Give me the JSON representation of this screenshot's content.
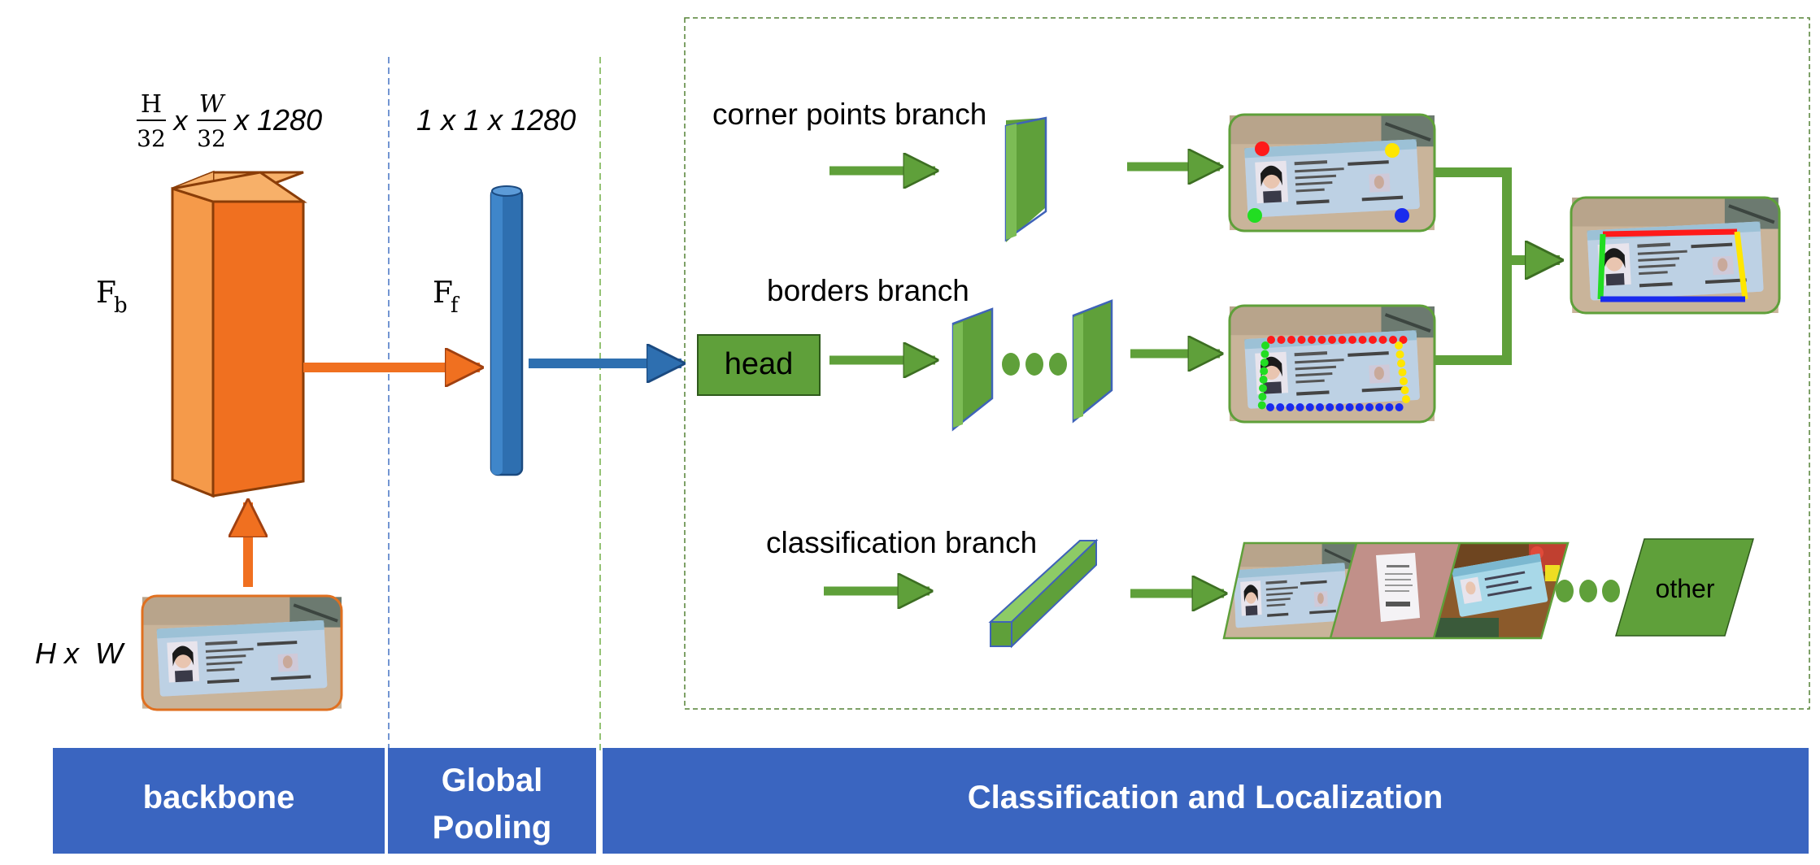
{
  "dims": {
    "backbone": "x 1280",
    "backbone_h": "H",
    "backbone_w": "W",
    "denominator": "32",
    "x_sign": "x",
    "pooling": "1 x 1 x 1280",
    "input": "H x  W"
  },
  "features": {
    "fb_main": "F",
    "fb_sub": "b",
    "ff_main": "F",
    "ff_sub": "f"
  },
  "branches": {
    "head": "head",
    "corner": "corner points branch",
    "borders": "borders branch",
    "classification": "classification branch",
    "other": "other"
  },
  "footer": {
    "backbone": "backbone",
    "pooling_line1": "Global",
    "pooling_line2": "Pooling",
    "cls_loc": "Classification and Localization"
  },
  "colors": {
    "orange": "#F07020",
    "blue": "#2E6FB0",
    "green": "#5FA03A",
    "footer": "#3A65C0",
    "red_dot": "#FF1A1A",
    "yellow_dot": "#FFE600",
    "green_dot": "#22DD22",
    "blue_dot": "#1A2BEE"
  }
}
